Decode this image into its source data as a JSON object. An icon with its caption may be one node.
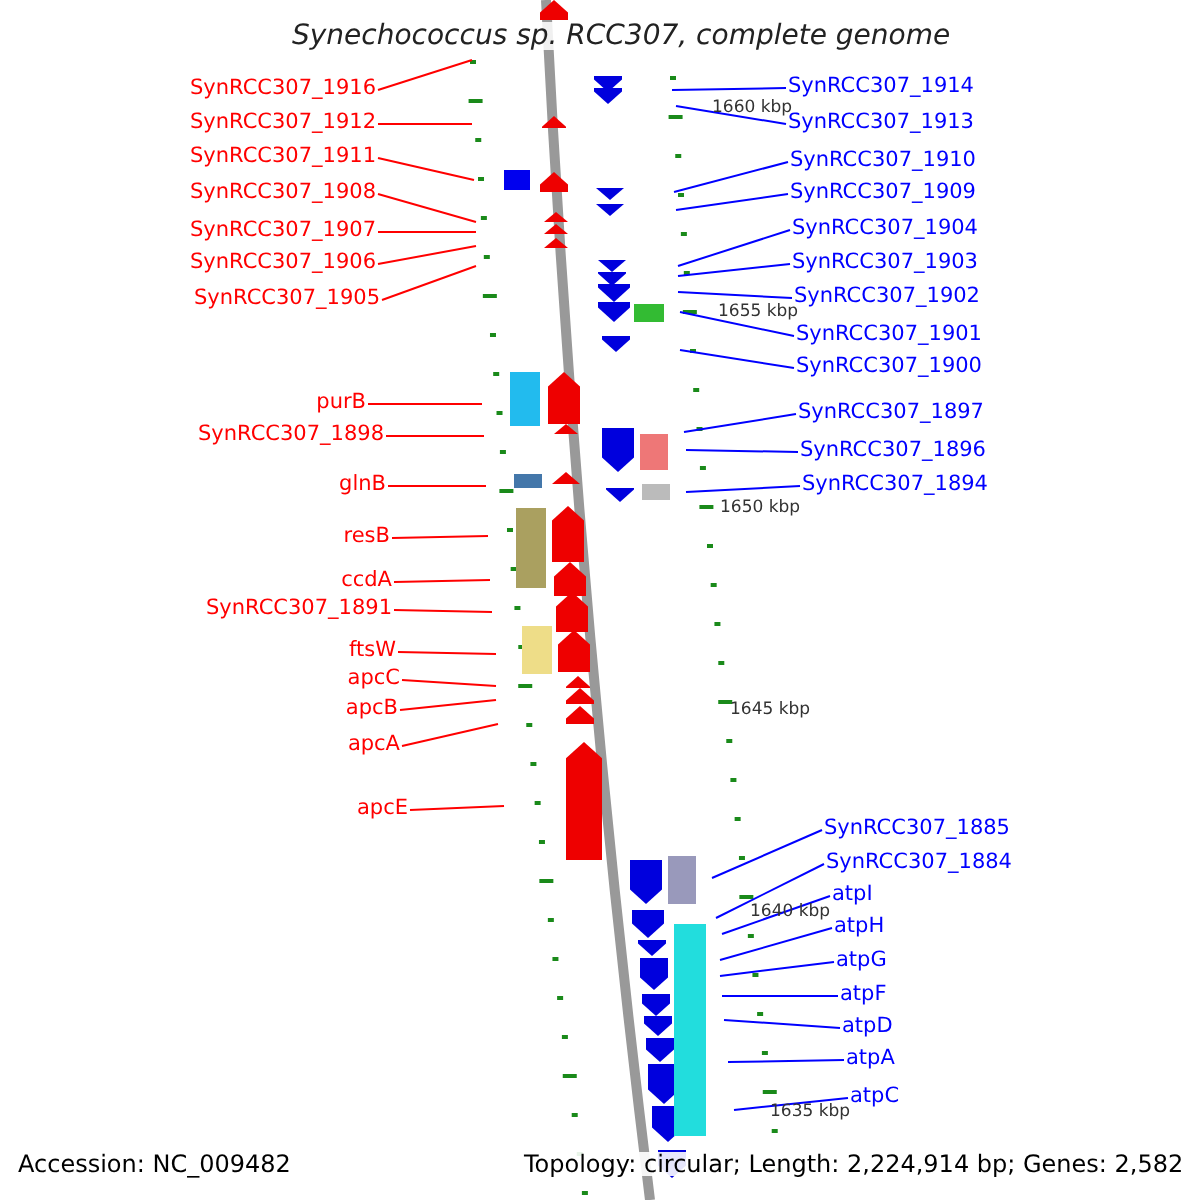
{
  "diagram": {
    "title": "Synechococcus sp. RCC307, complete genome",
    "nodes": [
      {
        "text": [
          "SynRCC307_1916"
        ]
      },
      {
        "text": [
          "SynRCC307_1912"
        ]
      },
      {
        "text": [
          "SynRCC307_1911"
        ]
      },
      {
        "text": [
          "SynRCC307_1908"
        ]
      },
      {
        "text": [
          "SynRCC307_1907"
        ]
      },
      {
        "text": [
          "SynRCC307_1906"
        ]
      },
      {
        "text": [
          "SynRCC307_1905"
        ]
      },
      {
        "text": [
          "purB"
        ]
      },
      {
        "text": [
          "SynRCC307_1898"
        ]
      },
      {
        "text": [
          "glnB"
        ]
      },
      {
        "text": [
          "resB"
        ]
      },
      {
        "text": [
          "ccdA"
        ]
      },
      {
        "text": [
          "SynRCC307_1891"
        ]
      },
      {
        "text": [
          "ftsW"
        ]
      },
      {
        "text": [
          "apcC"
        ]
      },
      {
        "text": [
          "apcB"
        ]
      },
      {
        "text": [
          "apcA"
        ]
      },
      {
        "text": [
          "apcE"
        ]
      },
      {
        "text": [
          "SynRCC307_1914"
        ]
      },
      {
        "text": [
          "SynRCC307_1913"
        ]
      },
      {
        "text": [
          "SynRCC307_1910"
        ]
      },
      {
        "text": [
          "SynRCC307_1909"
        ]
      },
      {
        "text": [
          "SynRCC307_1904"
        ]
      },
      {
        "text": [
          "SynRCC307_1903"
        ]
      },
      {
        "text": [
          "SynRCC307_1902"
        ]
      },
      {
        "text": [
          "SynRCC307_1901"
        ]
      },
      {
        "text": [
          "SynRCC307_1900"
        ]
      },
      {
        "text": [
          "SynRCC307_1897"
        ]
      },
      {
        "text": [
          "SynRCC307_1896"
        ]
      },
      {
        "text": [
          "SynRCC307_1894"
        ]
      },
      {
        "text": [
          "SynRCC307_1885"
        ]
      },
      {
        "text": [
          "SynRCC307_1884"
        ]
      },
      {
        "text": [
          "atpI"
        ]
      },
      {
        "text": [
          "atpH"
        ]
      },
      {
        "text": [
          "atpG"
        ]
      },
      {
        "text": [
          "atpF"
        ]
      },
      {
        "text": [
          "atpD"
        ]
      },
      {
        "text": [
          "atpA"
        ]
      },
      {
        "text": [
          "atpC"
        ]
      }
    ],
    "edges": [
      {
        "from": 0,
        "to": null,
        "arrow": "none",
        "color": "#ff0000"
      },
      {
        "from": 1,
        "to": null,
        "arrow": "none",
        "color": "#ff0000"
      },
      {
        "from": 2,
        "to": null,
        "arrow": "none",
        "color": "#ff0000"
      },
      {
        "from": 3,
        "to": null,
        "arrow": "none",
        "color": "#ff0000"
      },
      {
        "from": 4,
        "to": null,
        "arrow": "none",
        "color": "#ff0000"
      },
      {
        "from": 5,
        "to": null,
        "arrow": "none",
        "color": "#ff0000"
      },
      {
        "from": 6,
        "to": null,
        "arrow": "none",
        "color": "#ff0000"
      },
      {
        "from": 7,
        "to": null,
        "arrow": "none",
        "color": "#ff0000"
      },
      {
        "from": 8,
        "to": null,
        "arrow": "none",
        "color": "#ff0000"
      },
      {
        "from": 9,
        "to": null,
        "arrow": "none",
        "color": "#ff0000"
      },
      {
        "from": 10,
        "to": null,
        "arrow": "none",
        "color": "#ff0000"
      },
      {
        "from": 11,
        "to": null,
        "arrow": "none",
        "color": "#ff0000"
      },
      {
        "from": 12,
        "to": null,
        "arrow": "none",
        "color": "#ff0000"
      },
      {
        "from": 13,
        "to": null,
        "arrow": "none",
        "color": "#ff0000"
      },
      {
        "from": 14,
        "to": null,
        "arrow": "none",
        "color": "#ff0000"
      },
      {
        "from": 15,
        "to": null,
        "arrow": "none",
        "color": "#ff0000"
      },
      {
        "from": 16,
        "to": null,
        "arrow": "none",
        "color": "#ff0000"
      },
      {
        "from": 17,
        "to": null,
        "arrow": "none",
        "color": "#ff0000"
      },
      {
        "from": 18,
        "to": null,
        "arrow": "none"
      },
      {
        "from": 19,
        "to": null,
        "arrow": "none"
      },
      {
        "from": 20,
        "to": null,
        "arrow": "none"
      },
      {
        "from": 21,
        "to": null,
        "arrow": "none"
      },
      {
        "from": 22,
        "to": null,
        "arrow": "none"
      },
      {
        "from": 23,
        "to": null,
        "arrow": "none"
      },
      {
        "from": 24,
        "to": null,
        "arrow": "none"
      },
      {
        "from": 25,
        "to": null,
        "arrow": "none"
      },
      {
        "from": 26,
        "to": null,
        "arrow": "none"
      },
      {
        "from": 27,
        "to": null,
        "arrow": "none"
      },
      {
        "from": 28,
        "to": null,
        "arrow": "none"
      },
      {
        "from": 29,
        "to": null,
        "arrow": "none"
      },
      {
        "from": 30,
        "to": null,
        "arrow": "none"
      },
      {
        "from": 31,
        "to": null,
        "arrow": "none"
      },
      {
        "from": 32,
        "to": null,
        "arrow": "none"
      },
      {
        "from": 33,
        "to": null,
        "arrow": "none"
      },
      {
        "from": 34,
        "to": null,
        "arrow": "none"
      },
      {
        "from": 35,
        "to": null,
        "arrow": "none"
      },
      {
        "from": 36,
        "to": null,
        "arrow": "none"
      },
      {
        "from": 37,
        "to": null,
        "arrow": "none"
      },
      {
        "from": 38,
        "to": null,
        "arrow": "none"
      }
    ],
    "labels": [
      "1660 kbp",
      "1655 kbp",
      "1650 kbp",
      "1645 kbp",
      "1640 kbp",
      "1635 kbp",
      "Accession: NC_009482",
      "Topology: circular; Length: 2,224,914 bp; Genes: 2,582"
    ]
  }
}
